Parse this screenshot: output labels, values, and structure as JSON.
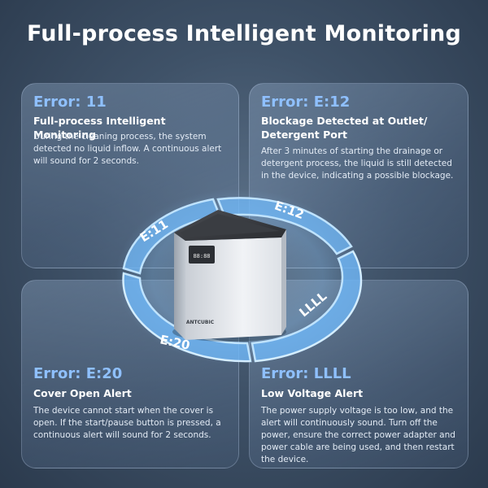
{
  "title": "Full-process Intelligent Monitoring",
  "cards": {
    "tl": {
      "error": "Error: 11",
      "title": "Full-process Intelligent Monitoring",
      "desc": "During the cleaning process, the system detected no liquid inflow. A continuous alert will sound for 2 seconds."
    },
    "tr": {
      "error": "Error: E:12",
      "title": "Blockage Detected at Outlet/ Detergent Port",
      "desc": "After 3 minutes of starting the drainage or detergent process, the liquid is still detected in the device, indicating a possible blockage."
    },
    "bl": {
      "error": "Error: E:20",
      "title": "Cover Open Alert",
      "desc": "The device cannot start when the cover is open. If the start/pause button is pressed, a continuous alert will sound for 2 seconds."
    },
    "br": {
      "error": "Error: LLLL",
      "title": "Low Voltage Alert",
      "desc": "The power supply voltage is too low, and the alert will continuously sound. Turn off the power, ensure the correct power adapter and power cable are being used, and then restart the device."
    }
  },
  "ring_labels": {
    "e11": "E:11",
    "e12": "E:12",
    "e20": "E:20",
    "llll": "LLLL"
  },
  "device": {
    "brand": "ANTCUBIC",
    "display": "88:88"
  },
  "colors": {
    "accent": "#8fc0ff",
    "ring_fill": "#6fb6f5",
    "ring_glow": "#a9d8ff"
  }
}
